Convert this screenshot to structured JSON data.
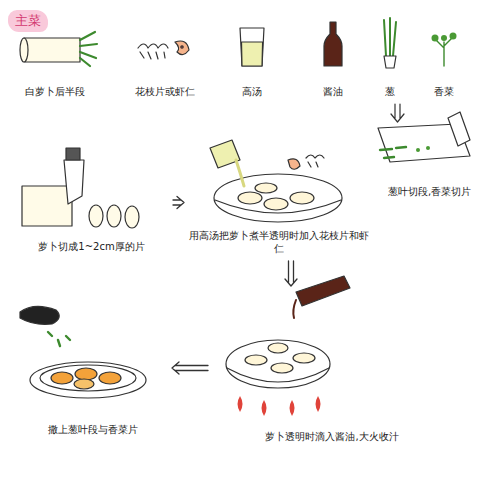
{
  "diagram": {
    "title": "主菜",
    "nodes": [
      {
        "text": [
          "萝卜切成1~2cm厚的片"
        ]
      },
      {
        "text": [
          "用高汤把萝卜煮半透明时加入花枝片和虾仁"
        ]
      },
      {
        "text": [
          "葱叶切段,香菜切片"
        ]
      },
      {
        "text": [
          "萝卜透明时滴入酱油,大火收汁"
        ]
      },
      {
        "text": [
          "撒上葱叶段与香菜片"
        ]
      }
    ],
    "edges": [
      {
        "from": 0,
        "to": 1,
        "arrow": "to"
      },
      {
        "from": 1,
        "to": 3,
        "arrow": "to"
      },
      {
        "from": 3,
        "to": 4,
        "arrow": "to"
      }
    ],
    "labels": [
      "白萝卜后半段",
      "花枝片或虾仁",
      "高汤",
      "酱油",
      "葱",
      "香菜"
    ]
  }
}
